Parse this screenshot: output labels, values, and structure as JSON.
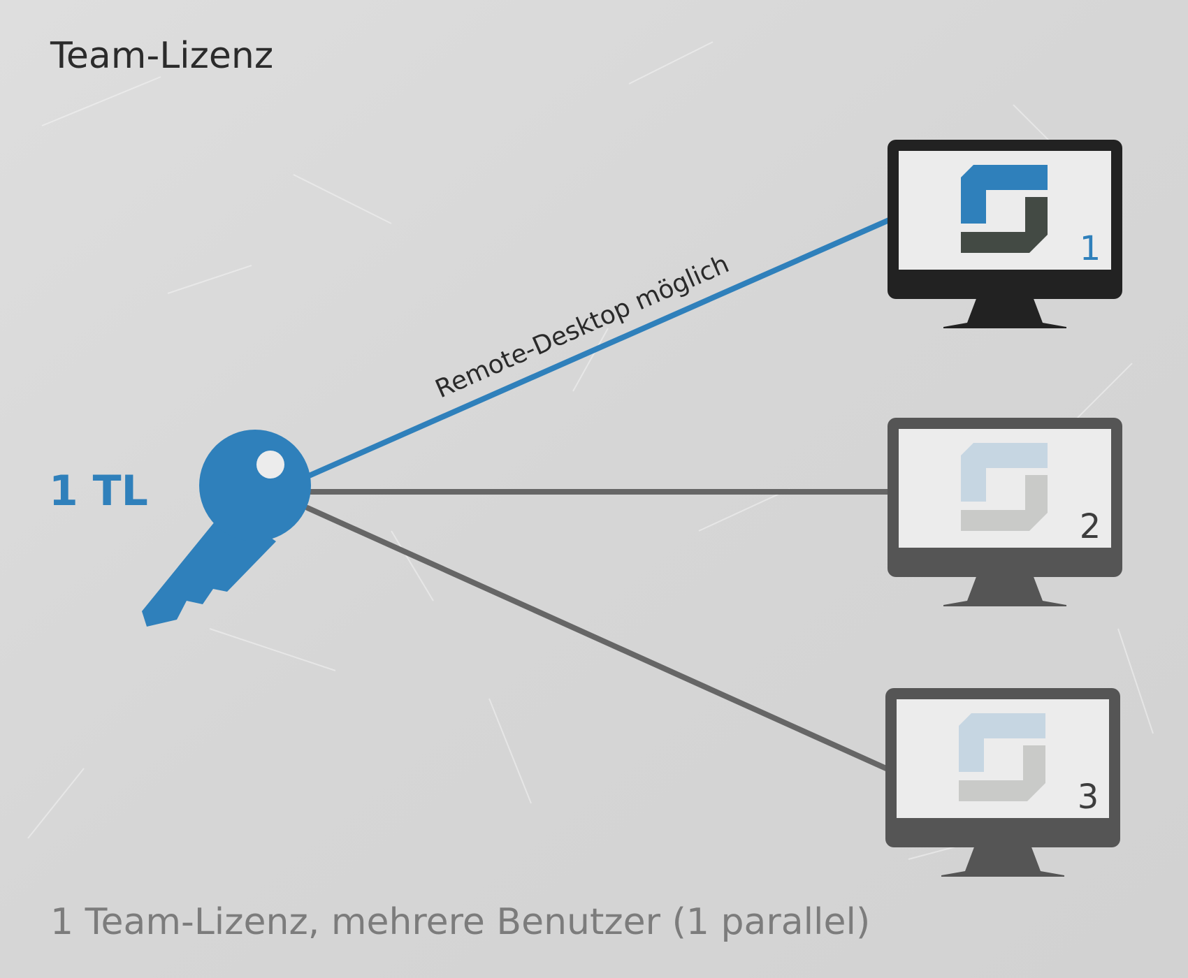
{
  "title": "Team-Lizenz",
  "license": {
    "count_label": "1 TL"
  },
  "connection": {
    "remote_label": "Remote-Desktop möglich"
  },
  "computers": [
    {
      "number": "1",
      "active": true
    },
    {
      "number": "2",
      "active": false
    },
    {
      "number": "3",
      "active": false
    }
  ],
  "footer": "1 Team-Lizenz, mehrere Benutzer (1 parallel)",
  "colors": {
    "accent": "#2f80bb",
    "monitor_active": "#222222",
    "monitor_inactive": "#555555",
    "line_inactive": "#666666",
    "logo_dark": "#434a44",
    "logo_blue_faded": "#c6d6e2",
    "logo_gray_faded": "#c9cac8",
    "screen": "#ececec"
  }
}
